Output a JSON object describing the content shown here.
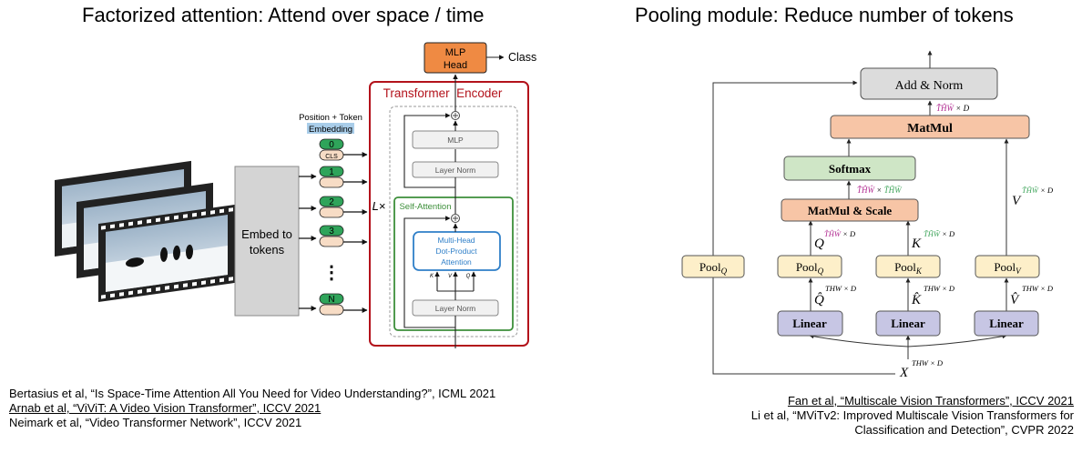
{
  "left_panel": {
    "title": "Factorized attention: Attend over space / time",
    "embed_label_line1": "Embed to",
    "embed_label_line2": "tokens",
    "pos_label_line1": "Position + Token",
    "pos_label_line2": "Embedding",
    "tokens": [
      "0",
      "1",
      "2",
      "3",
      "N"
    ],
    "cls_label": "CLS",
    "ellipsis": "⋮",
    "encoder_title": "Transformer  Encoder",
    "lx_label": "L×",
    "mlp_label": "MLP",
    "layer_norm_label": "Layer Norm",
    "self_attention_label": "Self-Attention",
    "mhdpa_line1": "Multi-Head",
    "mhdpa_line2": "Dot-Product",
    "mhdpa_line3": "Attention",
    "k_label": "K",
    "v_label": "V",
    "q_label": "Q",
    "mlp_head_line1": "MLP",
    "mlp_head_line2": "Head",
    "class_label": "Class"
  },
  "right_panel": {
    "title": "Pooling module: Reduce number of tokens",
    "add_norm": "Add & Norm",
    "matmul": "MatMul",
    "softmax": "Softmax",
    "matmul_scale": "MatMul & Scale",
    "pool_main": "Pool",
    "pool_q": "Pool",
    "pool_k": "Pool",
    "pool_v": "Pool",
    "sub_q": "Q",
    "sub_k": "K",
    "sub_v": "V",
    "linear_q": "Linear",
    "linear_k": "Linear",
    "linear_v": "Linear",
    "label_x": "X",
    "label_x_sup": "THW × D",
    "label_qhat": "Q̂",
    "label_khat": "K̂",
    "label_vhat": "V̂",
    "hat_sup": "THW × D",
    "label_q": "Q",
    "label_k": "K",
    "label_v": "V",
    "q_sup": "T̂ĤŴ",
    "k_sup": "T̃H̃W̃",
    "v_sup": "T̃H̃W̃",
    "times_d": " × D",
    "softmax_in_a": "T̂ĤŴ",
    "softmax_in_b": "T̃H̃W̃",
    "cross": " × ",
    "matmul_out": "T̂ĤŴ"
  },
  "references_left": [
    "Bertasius et al, “Is Space-Time Attention All You Need for Video Understanding?”, ICML 2021",
    "Arnab et al, “ViViT: A Video Vision Transformer”, ICCV 2021",
    "Neimark et al, “Video Transformer Network”, ICCV 2021"
  ],
  "references_right": [
    "Fan et al, “Multiscale Vision Transformers”, ICCV 2021",
    "Li et al, “MViTv2: Improved Multiscale Vision Transformers for",
    "Classification and Detection”, CVPR 2022"
  ],
  "colors": {
    "encoder_red": "#b3121b",
    "self_attn_green": "#3d8f3a",
    "mhdpa_blue": "#2f7fc8",
    "mlp_head_orange": "#ef8a43",
    "token_green": "#2fa45a",
    "token_peach": "#f7dcc5",
    "pool_yellow": "#fdefc9",
    "linear_purple": "#c7c6e4",
    "matmul_salmon": "#f7c5a6",
    "softmax_green": "#cfe6c6",
    "addnorm_gray": "#dcdcdc",
    "pink_sup": "#b0288f",
    "green_sup": "#3ea45a"
  }
}
